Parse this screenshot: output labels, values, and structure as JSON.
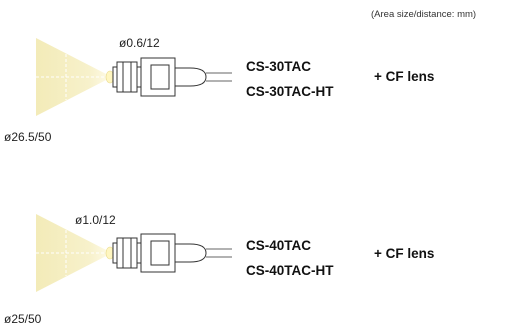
{
  "note": "(Area size/distance: mm)",
  "sensors": [
    {
      "spot_label": "ø0.6/12",
      "area_label": "ø26.5/50",
      "models": [
        "CS-30TAC",
        "CS-30TAC-HT"
      ],
      "lens_label": "+ CF lens"
    },
    {
      "spot_label": "ø1.0/12",
      "area_label": "ø25/50",
      "models": [
        "CS-40TAC",
        "CS-40TAC-HT"
      ],
      "lens_label": "+ CF lens"
    }
  ],
  "colors": {
    "beam": "#f6f0c4",
    "beam_tip": "#fffbe6",
    "outline": "#333333",
    "cable": "#666666"
  }
}
